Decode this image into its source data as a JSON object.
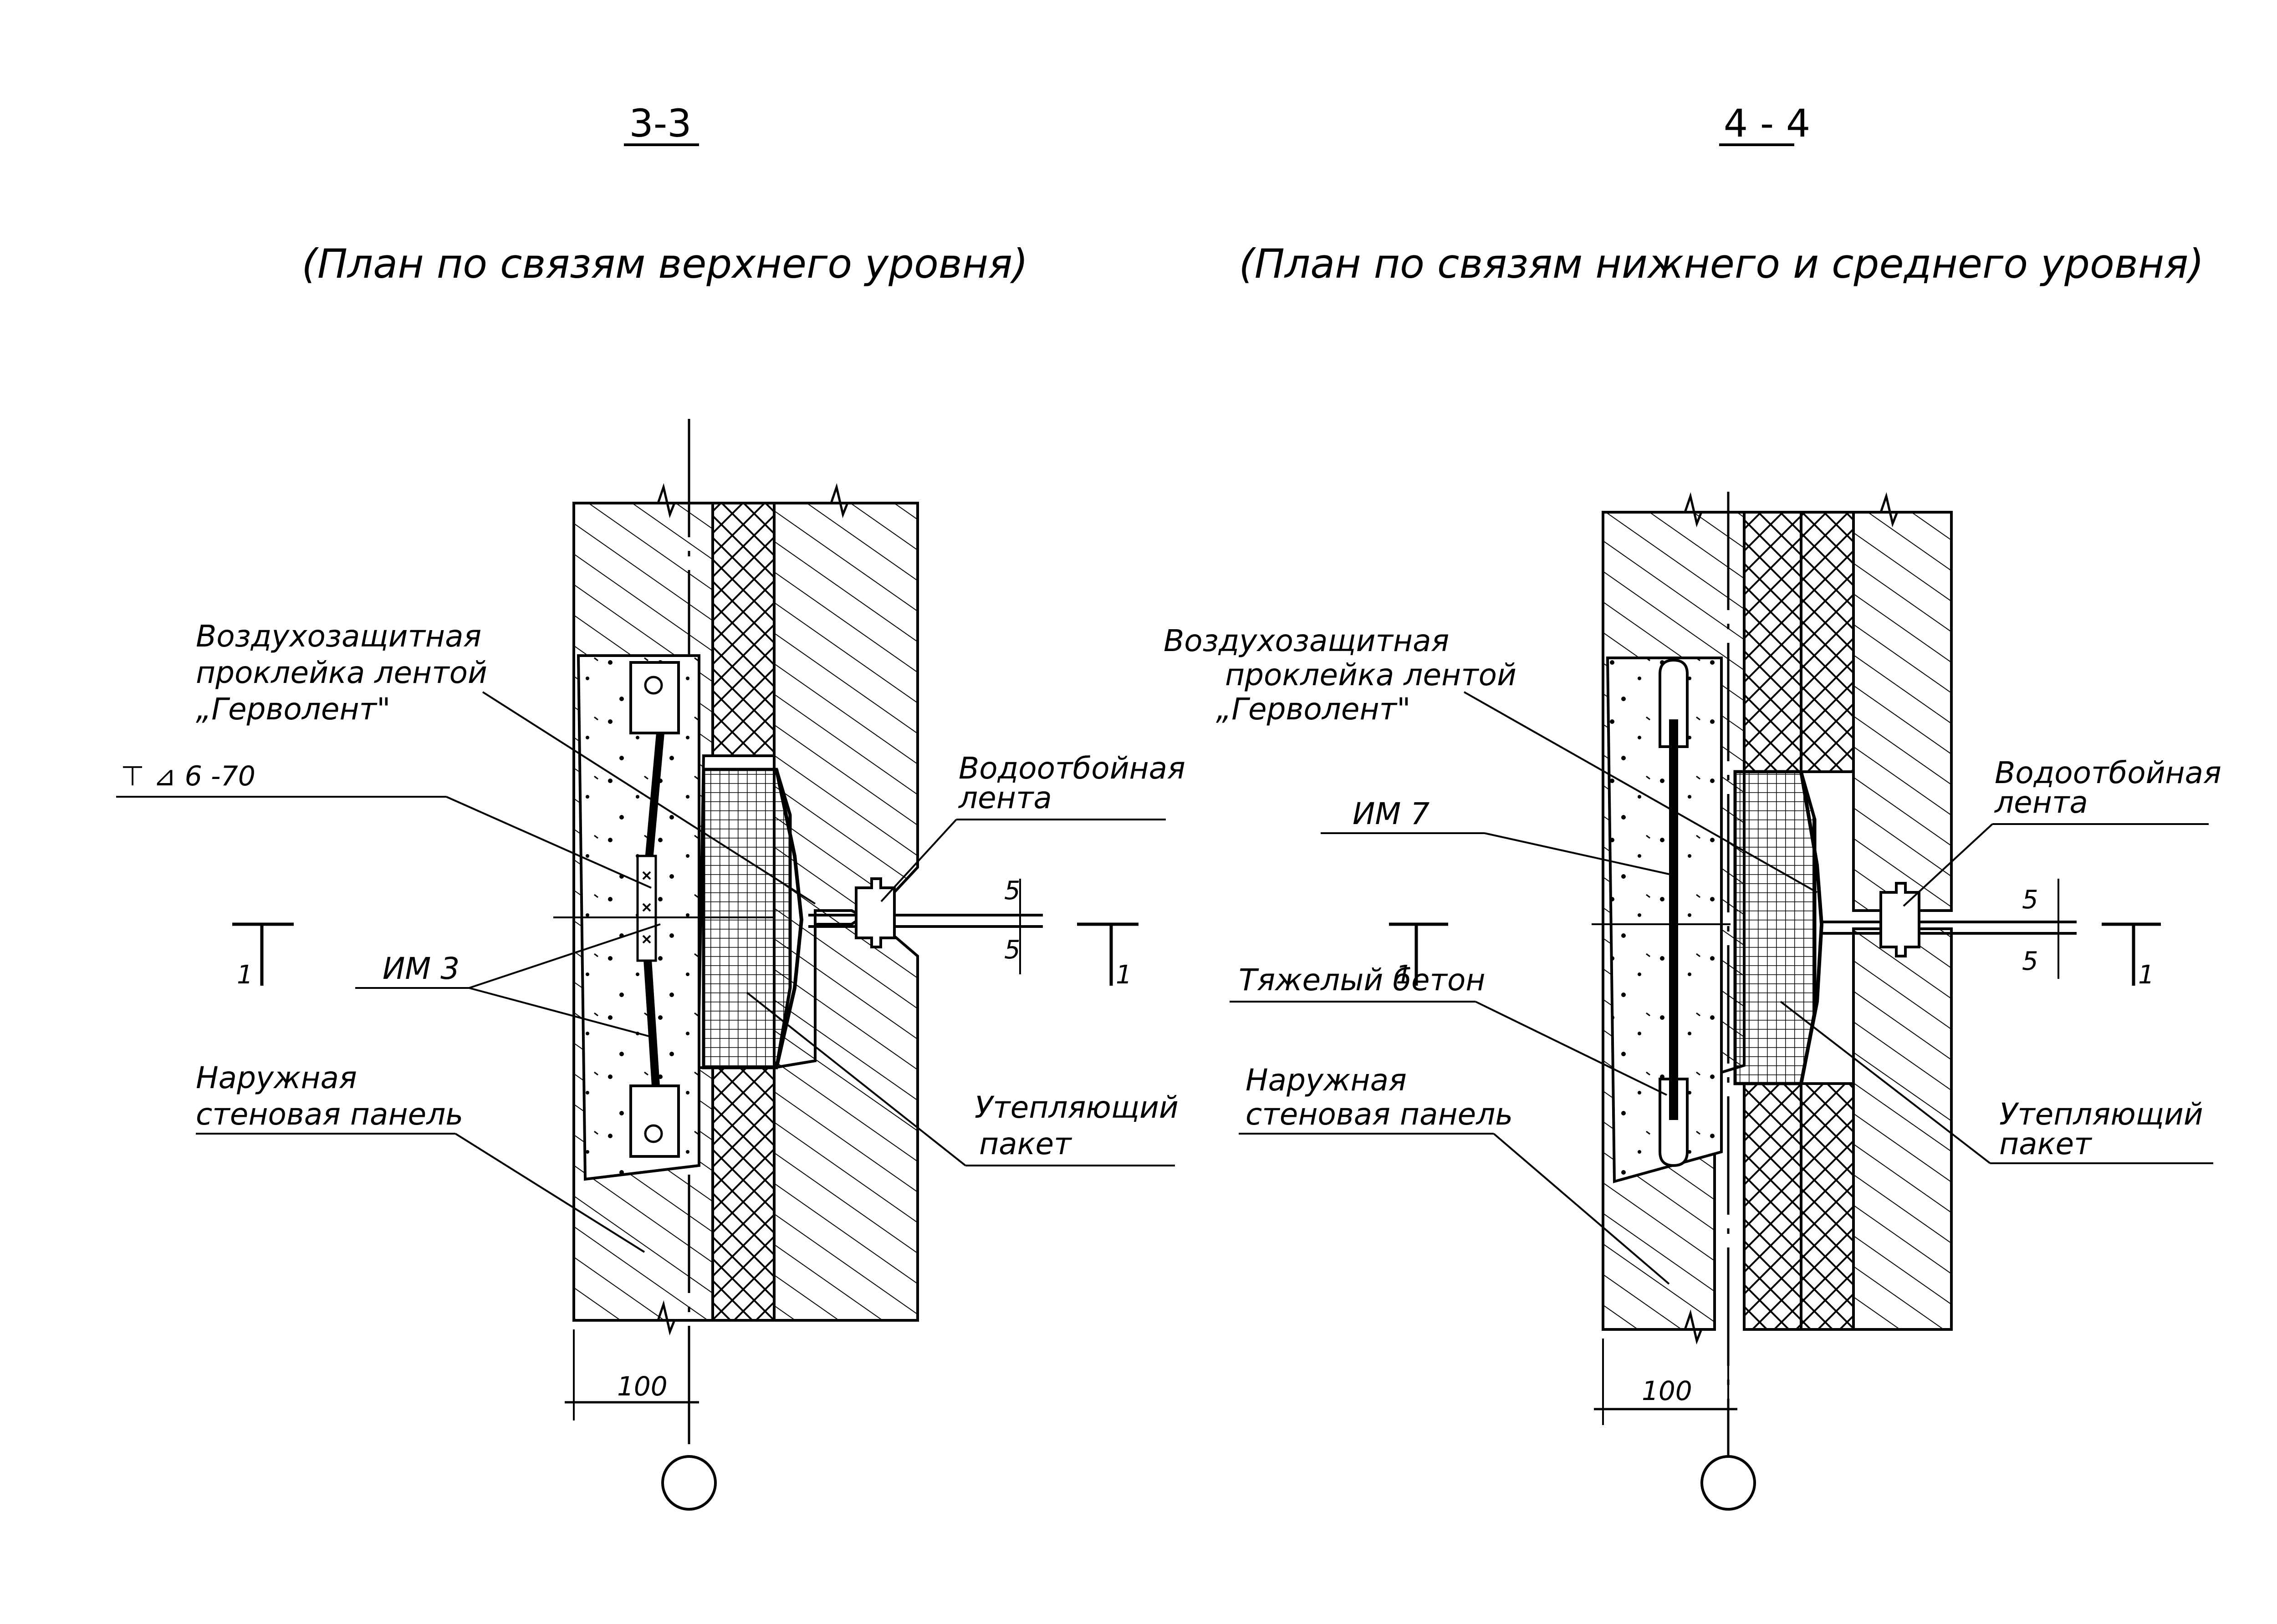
{
  "left": {
    "section_label": "3-3",
    "subtitle": "(План по связям верхнего уровня)",
    "air_tape_label": [
      "Воздухозащитная",
      "проклейка лентой",
      "„Герволент\""
    ],
    "weld_label": "⊤ ⊿ 6 -70",
    "tie_label": "ИМ 3",
    "outer_panel_label": [
      "Наружная",
      "стеновая панель"
    ],
    "drip_tape_label": [
      "Водоотбойная",
      "лента"
    ],
    "insul_pack_label": [
      "Утепляющий",
      "пакет"
    ],
    "dim_100": "100",
    "dim_5a": "5",
    "dim_5b": "5",
    "cut_mark_a": "1",
    "cut_mark_b": "1"
  },
  "right": {
    "section_label": "4 - 4",
    "subtitle": "(План по связям нижнего и среднего уровня)",
    "air_tape_label": [
      "Воздухозащитная",
      "проклейка лентой",
      "„Герволент\""
    ],
    "tie_label": "ИМ 7",
    "heavy_concrete_label": "Тяжелый бетон",
    "outer_panel_label": [
      "Наружная",
      "стеновая панель"
    ],
    "drip_tape_label": [
      "Водоотбойная",
      "лента"
    ],
    "insul_pack_label": [
      "Утепляющий",
      "пакет"
    ],
    "dim_100": "100",
    "dim_5a": "5",
    "dim_5b": "5",
    "cut_mark_a": "1",
    "cut_mark_b": "1"
  },
  "colors": {
    "ink": "#000000",
    "paper": "#ffffff"
  }
}
